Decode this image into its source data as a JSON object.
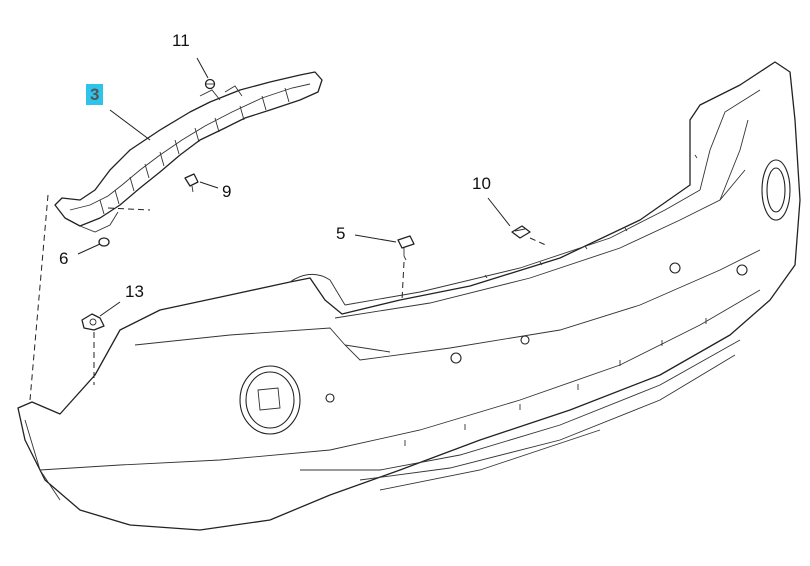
{
  "callouts": {
    "c11": "11",
    "c3": "3",
    "c9": "9",
    "c6": "6",
    "c10": "10",
    "c5": "5",
    "c13": "13"
  },
  "highlight_color": "#2ec4ea"
}
